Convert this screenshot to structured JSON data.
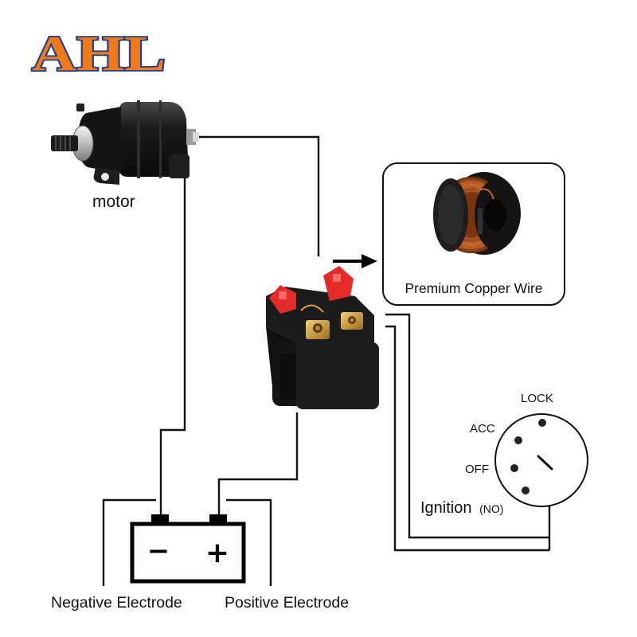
{
  "brand": {
    "logo_text": "AHL",
    "letter_fill": "#f07a1a",
    "letter_stroke": "#1c3f94"
  },
  "labels": {
    "motor": "motor",
    "copper_wire": "Premium Copper Wire",
    "ignition": "Ignition",
    "ignition_note": "(NO)",
    "lock": "LOCK",
    "acc": "ACC",
    "off": "OFF",
    "negative": "Negative Electrode",
    "positive": "Positive Electrode",
    "minus": "−",
    "plus": "+"
  },
  "colors": {
    "wire": "#111111",
    "fuse": "#e52a2a",
    "terminal": "#c99a3a",
    "copper": "#b5571c",
    "body": "#1a1a1a"
  },
  "icons": {
    "motor": "starter-motor-icon",
    "relay": "starter-relay-icon",
    "spool": "copper-wire-spool-icon",
    "ignition": "ignition-switch-icon",
    "battery": "battery-icon",
    "arrow": "arrow-right-icon"
  }
}
